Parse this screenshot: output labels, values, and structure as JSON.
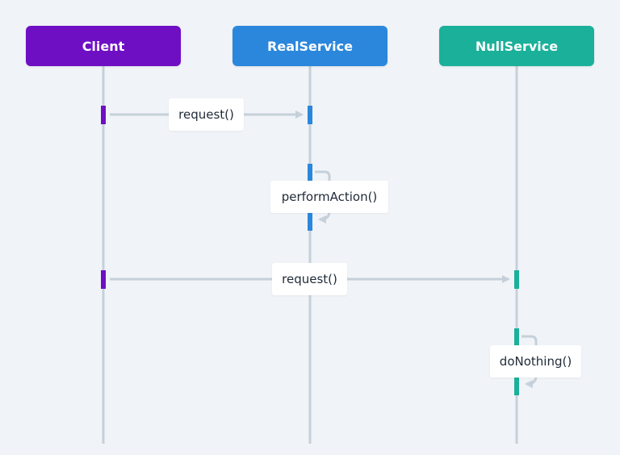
{
  "participants": [
    {
      "name": "Client",
      "color": "#6f0fc4"
    },
    {
      "name": "RealService",
      "color": "#2b87dc"
    },
    {
      "name": "NullService",
      "color": "#1bb09a"
    }
  ],
  "messages": [
    {
      "label": "request()",
      "from": "Client",
      "to": "RealService"
    },
    {
      "label": "performAction()",
      "from": "RealService",
      "to": "RealService"
    },
    {
      "label": "request()",
      "from": "Client",
      "to": "NullService"
    },
    {
      "label": "doNothing()",
      "from": "NullService",
      "to": "NullService"
    }
  ],
  "colors": {
    "lifeline": "#c6d0da",
    "background": "#f0f3f7"
  }
}
